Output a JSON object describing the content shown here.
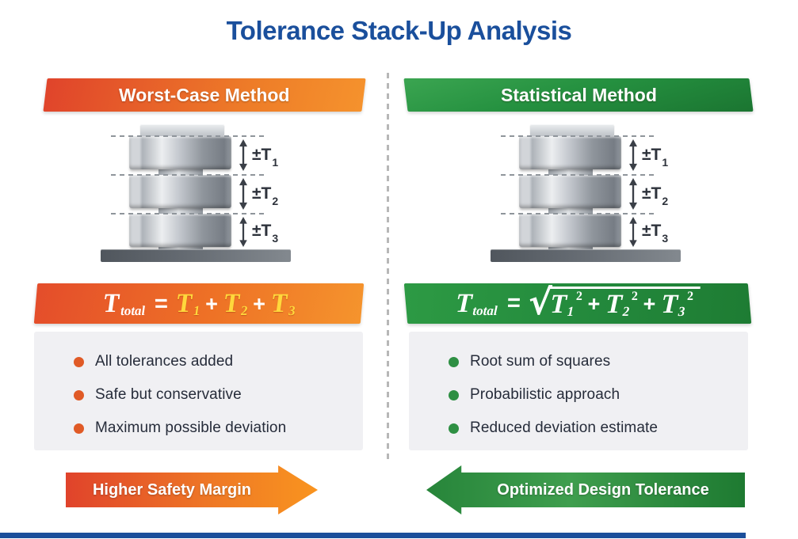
{
  "title": "Tolerance Stack-Up Analysis",
  "left": {
    "header": "Worst-Case Method",
    "formula": {
      "lhs": "T",
      "lhs_sub": "total",
      "equals": "=",
      "plus": "+",
      "t1": "T",
      "t1_sub": "1",
      "t2": "T",
      "t2_sub": "2",
      "t3": "T",
      "t3_sub": "3"
    },
    "bullets": [
      "All tolerances added",
      "Safe but conservative",
      "Maximum possible deviation"
    ],
    "arrow_label": "Higher Safety Margin"
  },
  "right": {
    "header": "Statistical Method",
    "formula": {
      "lhs": "T",
      "lhs_sub": "total",
      "equals": "=",
      "plus": "+",
      "radical": "√",
      "t1": "T",
      "t1_sub": "1",
      "t1_sup": "2",
      "t2": "T",
      "t2_sub": "2",
      "t2_sup": "2",
      "t3": "T",
      "t3_sub": "3",
      "t3_sup": "2"
    },
    "bullets": [
      "Root sum of squares",
      "Probabilistic approach",
      "Reduced deviation estimate"
    ],
    "arrow_label": "Optimized Design Tolerance"
  },
  "stack": {
    "t1": "±T",
    "t1_sub": "1",
    "t2": "±T",
    "t2_sub": "2",
    "t3": "±T",
    "t3_sub": "3"
  },
  "colors": {
    "title_blue": "#1a4f9c",
    "orange_start": "#e0442b",
    "orange_end": "#f5922d",
    "green_start": "#3ba551",
    "green_end": "#1b7531",
    "formula_yellow": "#ffd83c",
    "bullet_orange": "#e05a26",
    "bullet_green": "#2e8f43",
    "panel_gray": "#f0f0f3",
    "bottom_bar_blue": "#1b4f9b"
  }
}
